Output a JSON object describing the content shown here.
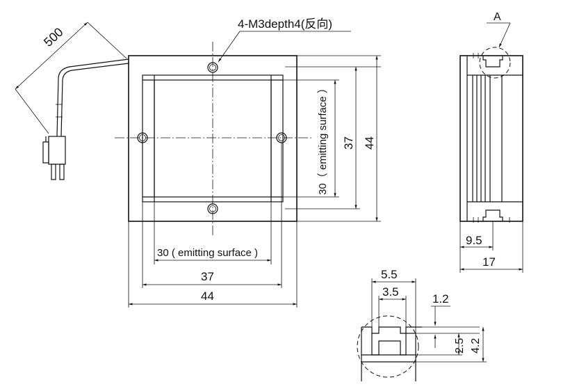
{
  "labels": {
    "cable_length": "500",
    "hole_spec": "4-M3depth4(反向)",
    "height_inner": "37",
    "height_outer": "44",
    "emit_vertical": "30（ emitting surface ）",
    "emit_horizontal": "30 ( emitting surface )",
    "width_inner": "37",
    "width_outer": "44",
    "detail_ref": "A",
    "side_groove_offset": "9.5",
    "side_depth": "17",
    "detail_width_outer": "5.5",
    "detail_width_inner": "3.5",
    "detail_lip": "1.2",
    "detail_height_inner": "2.5",
    "detail_height_outer": "4.2"
  }
}
